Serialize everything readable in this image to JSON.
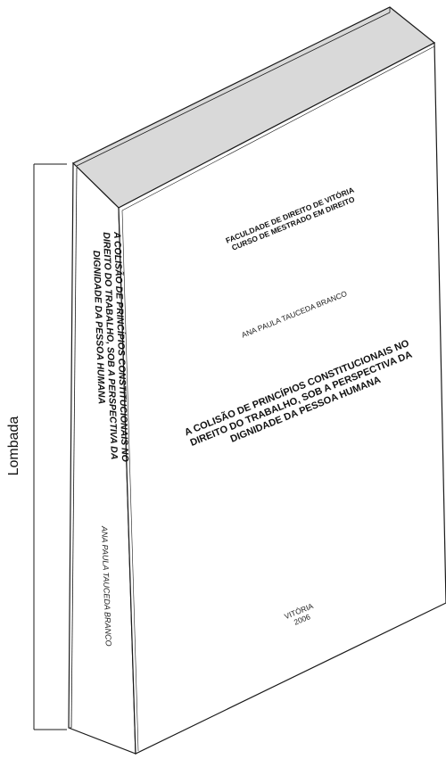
{
  "label": {
    "text": "Lombada"
  },
  "spine": {
    "title_lines": [
      "A COLISÃO DE PRINCÍPIOS CONSTITUCIONAIS NO",
      "DIREITO DO TRABALHO, SOB A PERSPECTIVA DA",
      "DIGNIDADE DA PESSOA HUMANA"
    ],
    "author": "ANA PAULA TAUCEDA BRANCO"
  },
  "cover": {
    "faculty_lines": [
      "FACULDADE DE DIREITO DE VITÓRIA",
      "CURSO DE MESTRADO EM DIREITO"
    ],
    "author": "ANA PAULA TAUCEDA BRANCO",
    "title_lines": [
      "A COLISÃO DE PRINCÍPIOS CONSTITUCIONAIS NO",
      "DIREITO DO TRABALHO, SOB A PERSPECTIVA DA",
      "DIGNIDADE DA PESSOA HUMANA"
    ],
    "place": "VITÓRIA",
    "year": "2006"
  },
  "colors": {
    "top_face": "#d9d9d9",
    "stroke": "#1a1a1a",
    "paper": "#ffffff"
  }
}
